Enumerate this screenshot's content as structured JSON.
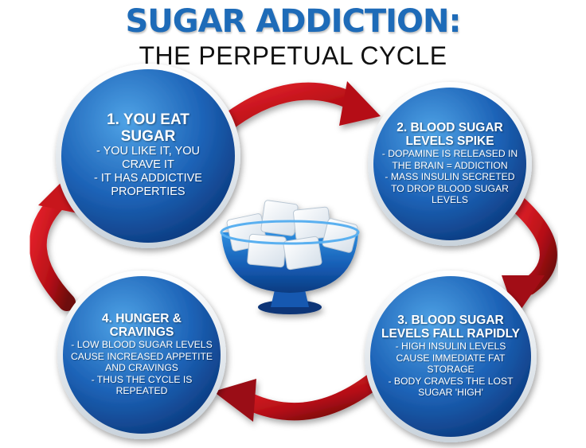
{
  "title": "SUGAR ADDICTION:",
  "subtitle": "THE PERPETUAL CYCLE",
  "colors": {
    "title_blue": "#1e6bb8",
    "circle_light": "#3a8fd8",
    "circle_dark": "#0c3f8a",
    "arrow_red": "#c8121a",
    "arrow_dark": "#7a0a0e"
  },
  "center_image": "sugar-cube-bowl",
  "steps": [
    {
      "heading": [
        "1. YOU EAT",
        "SUGAR"
      ],
      "lines": [
        "- YOU LIKE IT, YOU",
        "CRAVE IT",
        "- IT HAS ADDICTIVE",
        "PROPERTIES"
      ]
    },
    {
      "heading": [
        "2. BLOOD SUGAR",
        "LEVELS SPIKE"
      ],
      "lines": [
        "- DOPAMINE IS RELEASED IN",
        "THE BRAIN = ADDICTION",
        "- MASS INSULIN SECRETED",
        "TO DROP BLOOD SUGAR",
        "LEVELS"
      ]
    },
    {
      "heading": [
        "3. BLOOD SUGAR",
        "LEVELS FALL RAPIDLY"
      ],
      "lines": [
        "- HIGH INSULIN LEVELS",
        "CAUSE IMMEDIATE FAT",
        "STORAGE",
        "- BODY CRAVES THE LOST",
        "SUGAR 'HIGH'"
      ]
    },
    {
      "heading": [
        "4. HUNGER &",
        "CRAVINGS"
      ],
      "lines": [
        "- LOW BLOOD SUGAR LEVELS",
        "CAUSE INCREASED APPETITE",
        "AND CRAVINGS",
        "- THUS THE CYCLE IS",
        "REPEATED"
      ]
    }
  ]
}
